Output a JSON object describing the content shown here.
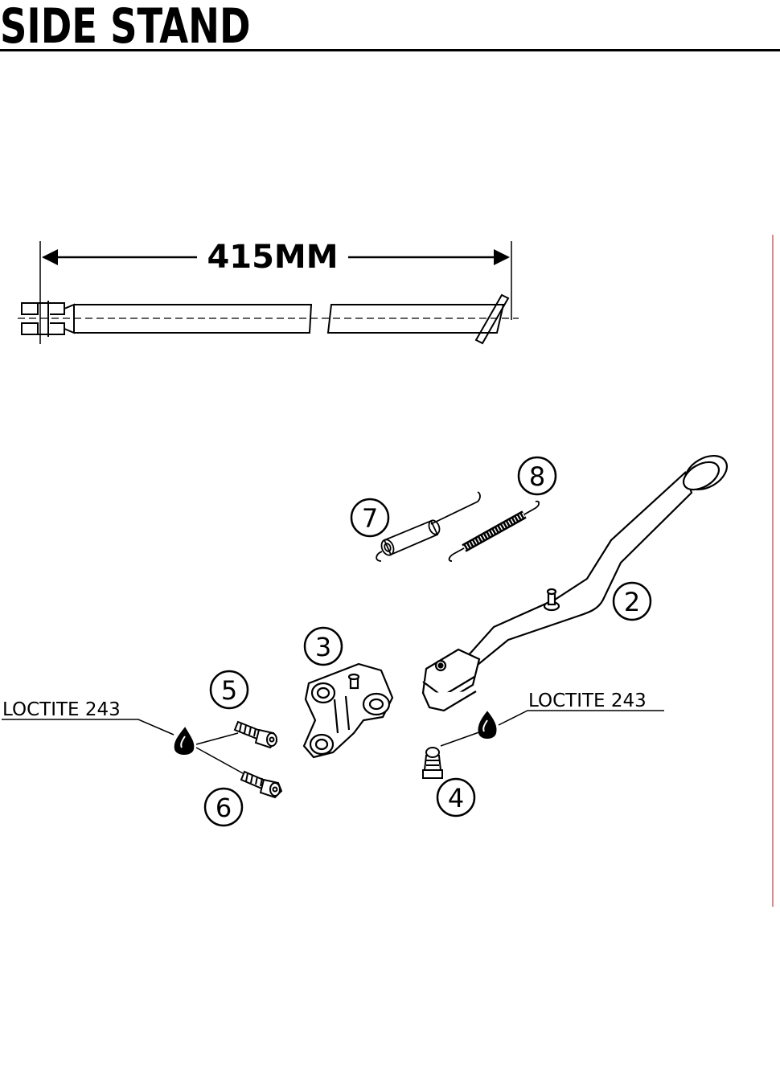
{
  "title": "SIDE STAND",
  "dimension": "415MM",
  "callouts": {
    "c2": "2",
    "c3": "3",
    "c4": "4",
    "c5": "5",
    "c6": "6",
    "c7": "7",
    "c8": "8"
  },
  "loctite_left": "LOCTITE 243",
  "loctite_right": "LOCTITE 243",
  "colors": {
    "ink": "#000000",
    "margin_rule": "#d98a8a"
  }
}
